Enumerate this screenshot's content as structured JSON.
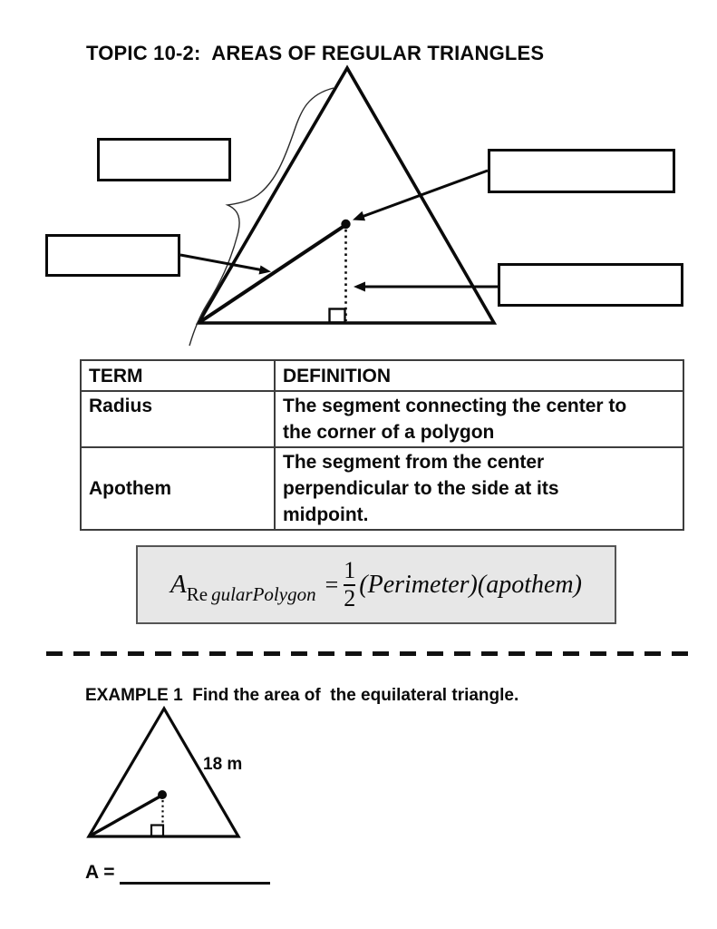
{
  "page": {
    "title": "TOPIC 10-2:  AREAS OF REGULAR TRIANGLES"
  },
  "diagram": {
    "label_boxes": [
      {
        "value": ""
      },
      {
        "value": ""
      },
      {
        "value": ""
      },
      {
        "value": ""
      }
    ]
  },
  "table": {
    "headers": [
      "TERM",
      "DEFINITION"
    ],
    "rows": [
      {
        "term": "Radius",
        "def_lines": [
          "The segment connecting the center to",
          "the corner of a polygon"
        ]
      },
      {
        "term": "Apothem",
        "def_lines": [
          "The segment from the center",
          "perpendicular to the side at its",
          "midpoint."
        ]
      }
    ]
  },
  "formula": {
    "var": "A",
    "subscript_roman": "Re",
    "subscript_italic": "gularPolygon",
    "equals": "=",
    "fraction_numerator": "1",
    "fraction_denominator": "2",
    "factors": "(Perimeter)(apothem)"
  },
  "example": {
    "heading": "EXAMPLE 1  Find the area of  the equilateral triangle.",
    "side_label": "18 m",
    "answer_label": "A =",
    "answer_value": ""
  },
  "colors": {
    "ink": "#0a0a0a",
    "formula_background": "#e7e7e7"
  }
}
